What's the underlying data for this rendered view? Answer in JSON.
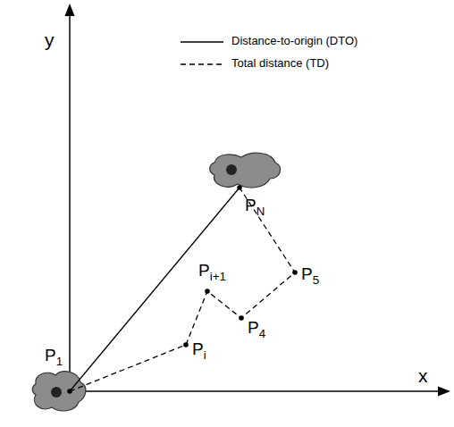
{
  "diagram": {
    "labels": [
      "y",
      "x",
      "P1",
      "Pi",
      "Pi+1",
      "P4",
      "P5",
      "PN"
    ],
    "legend": [
      {
        "text": "Distance-to-origin (DTO)"
      },
      {
        "text": "Total distance (TD)"
      }
    ]
  }
}
